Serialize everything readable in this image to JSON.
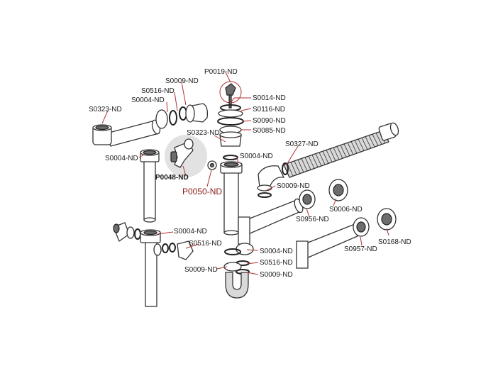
{
  "labels": {
    "p0019": "P0019-ND",
    "s0009_top": "S0009-ND",
    "s0516_top": "S0516-ND",
    "s0004_top": "S0004-ND",
    "s0323_left": "S0323-ND",
    "s0014": "S0014-ND",
    "s0116": "S0116-ND",
    "s0090": "S0090-ND",
    "s0085": "S0085-ND",
    "s0323_mid": "S0323-ND",
    "s0004_left": "S0004-ND",
    "s0004_mid": "S0004-ND",
    "s0327": "S0327-ND",
    "p0048": "P0048-ND",
    "p0050": "P0050-ND",
    "s0009_mid": "S0009-ND",
    "s0006": "S0006-ND",
    "s0956": "S0956-ND",
    "s0168": "S0168-ND",
    "s0004_low": "S0004-ND",
    "s0516_low": "S0516-ND",
    "s0004_low2": "S0004-ND",
    "s0957": "S0957-ND",
    "s0516_low2": "S0516-ND",
    "s0009_low": "S0009-ND",
    "s0009_low2": "S0009-ND"
  }
}
